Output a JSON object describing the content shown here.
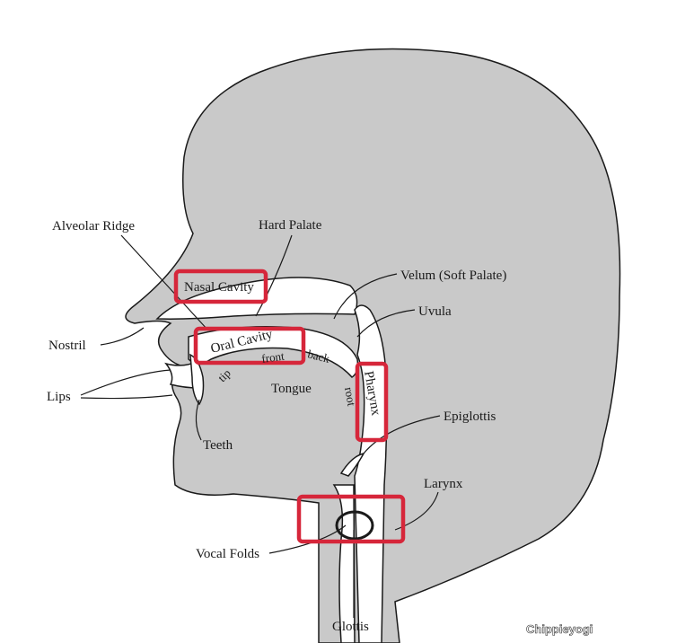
{
  "labels": {
    "alveolar_ridge": "Alveolar Ridge",
    "hard_palate": "Hard Palate",
    "nasal_cavity": "Nasal Cavity",
    "velum": "Velum (Soft Palate)",
    "uvula": "Uvula",
    "nostril": "Nostril",
    "oral_cavity": "Oral Cavity",
    "front": "front",
    "back": "back",
    "tip": "tip",
    "lips": "Lips",
    "tongue": "Tongue",
    "root": "root",
    "pharynx": "Pharynx",
    "epiglottis": "Epiglottis",
    "teeth": "Teeth",
    "larynx": "Larynx",
    "vocal_folds": "Vocal Folds",
    "glottis": "Glottis"
  },
  "watermark": "Chippieyogi",
  "colors": {
    "head_fill": "#c9c9c9",
    "outline": "#1a1a1a",
    "cavity": "#ffffff",
    "highlight": "#d6263a"
  }
}
